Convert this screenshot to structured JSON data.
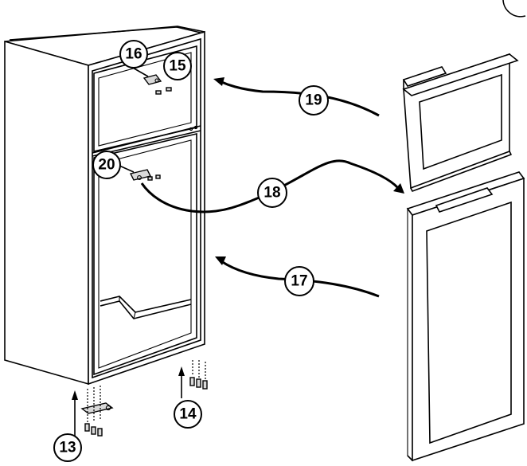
{
  "callouts": {
    "c13": "13",
    "c14": "14",
    "c15": "15",
    "c16": "16",
    "c17": "17",
    "c18": "18",
    "c19": "19",
    "c20": "20"
  }
}
